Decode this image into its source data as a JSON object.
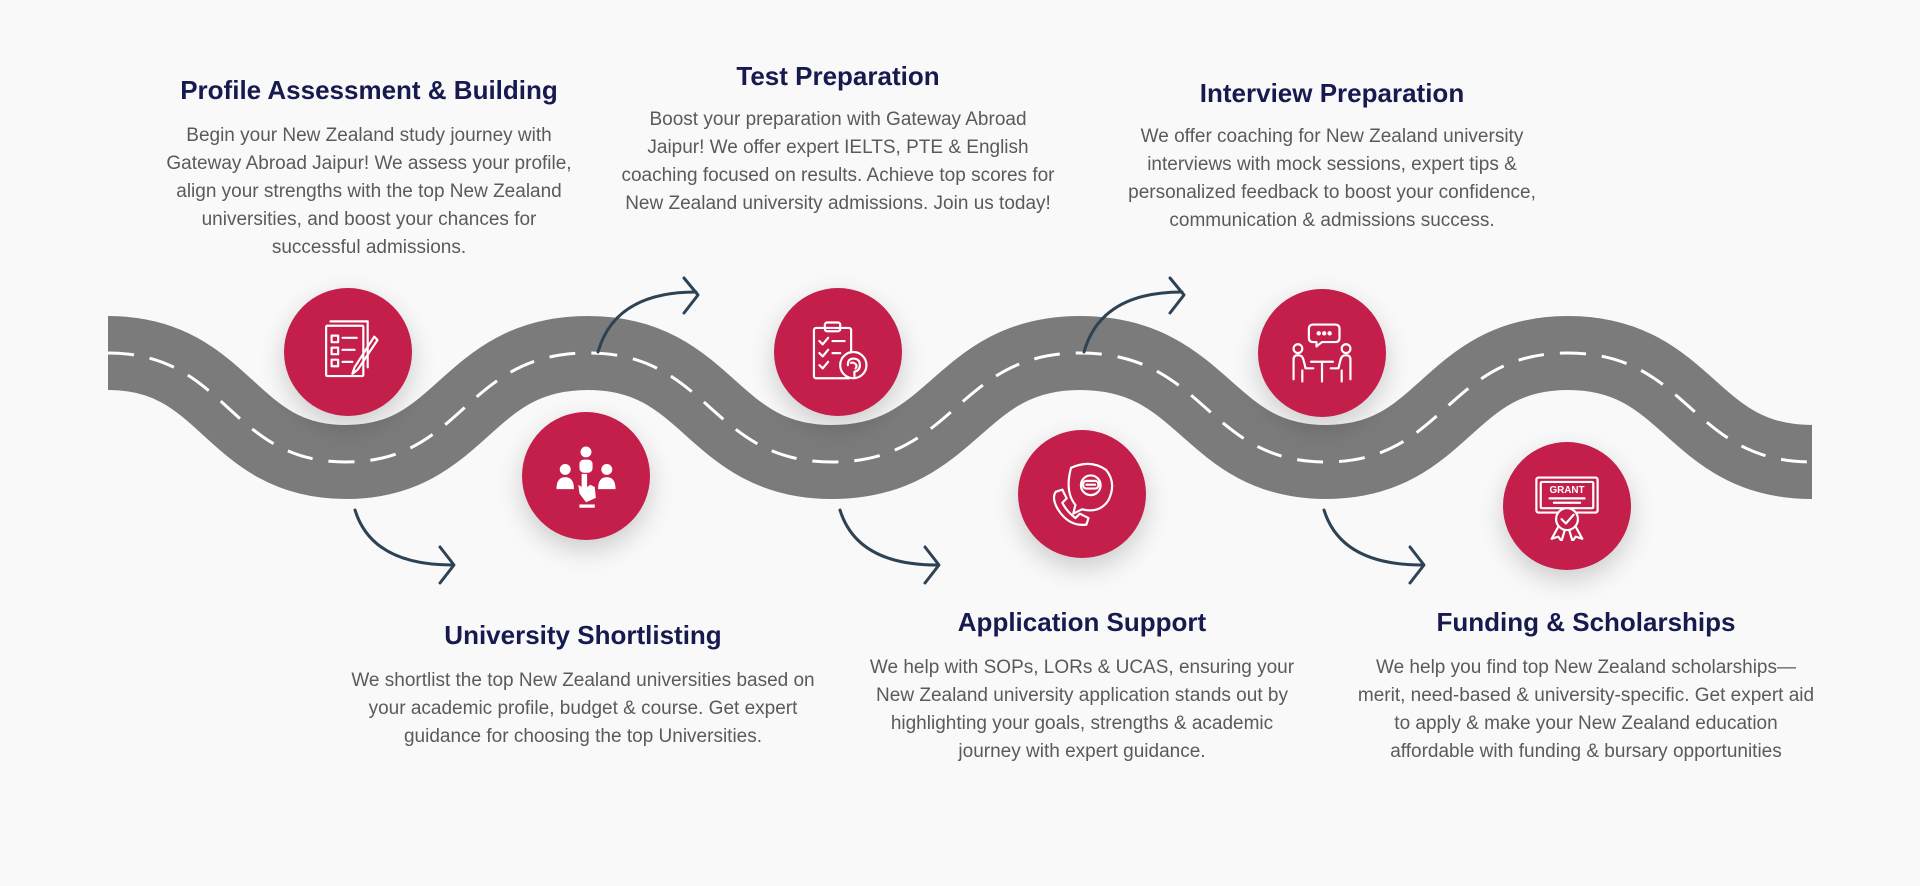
{
  "colors": {
    "road": "#7b7b7b",
    "lane_marking": "#ffffff",
    "badge": "#c41e4a",
    "heading": "#171a4f",
    "body_text": "#5a5a5a",
    "arrow": "#2d4254",
    "background": "#f9f9f9"
  },
  "steps": [
    {
      "title": "Profile Assessment & Building",
      "description": "Begin your New Zealand study journey with Gateway Abroad Jaipur! We assess your profile, align your strengths with the top New Zealand universities, and boost your chances for successful admissions.",
      "icon": "checklist-pencil-icon"
    },
    {
      "title": "University Shortlisting",
      "description": "We shortlist the top New Zealand universities based on your academic profile, budget & course. Get expert guidance for choosing the top Universities.",
      "icon": "people-select-icon"
    },
    {
      "title": "Test Preparation",
      "description": "Boost your preparation with Gateway Abroad Jaipur! We offer expert IELTS, PTE & English coaching focused on results. Achieve top scores for New Zealand university admissions. Join us today!",
      "icon": "clipboard-brain-icon"
    },
    {
      "title": "Application Support",
      "description": "We help with SOPs, LORs & UCAS, ensuring your New Zealand university application stands out by highlighting your goals, strengths & academic journey with expert guidance.",
      "icon": "phone-support-icon"
    },
    {
      "title": "Interview Preparation",
      "description": "We offer coaching for New Zealand university interviews with mock sessions, expert tips & personalized feedback to boost your confidence, communication & admissions success.",
      "icon": "interview-chat-icon"
    },
    {
      "title": "Funding & Scholarships",
      "description": "We help you find top New Zealand scholarships—merit, need-based & university-specific. Get expert aid to apply & make your New Zealand education affordable with funding & bursary opportunities",
      "icon": "grant-certificate-icon",
      "icon_text": "GRANT"
    }
  ]
}
